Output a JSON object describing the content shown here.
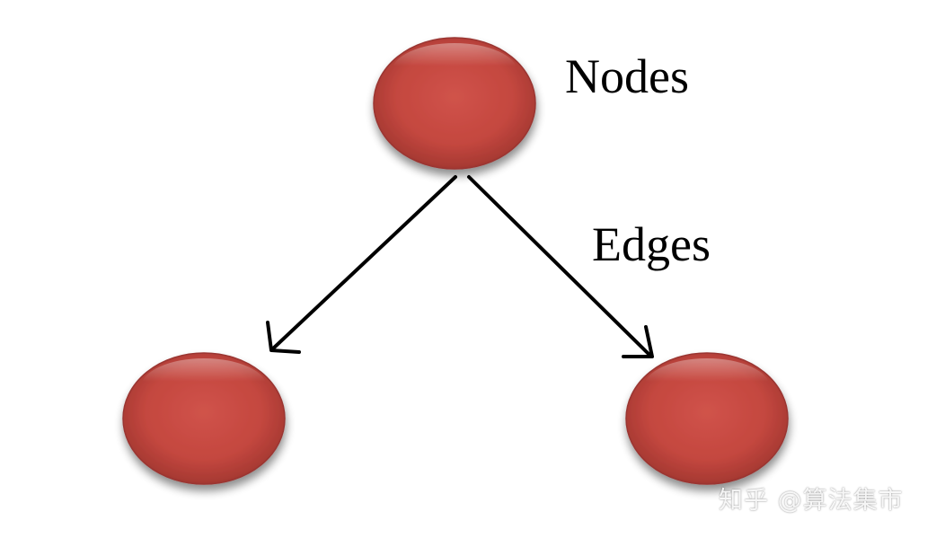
{
  "diagram": {
    "labels": {
      "nodes": "Nodes",
      "edges": "Edges"
    },
    "node_color": "#c9483f",
    "edge_color": "#000000"
  },
  "watermark": {
    "text": "知乎 @算法集市"
  }
}
